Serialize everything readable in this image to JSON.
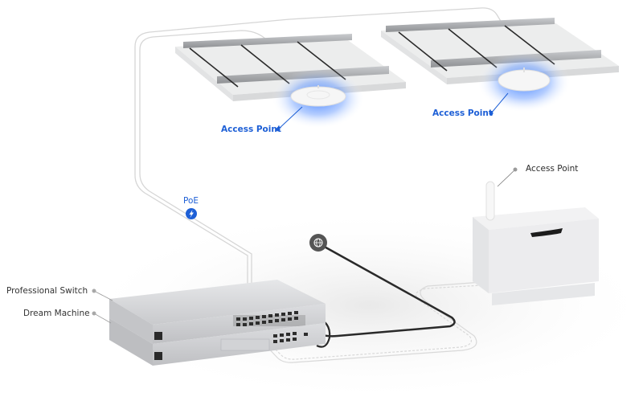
{
  "diagram": {
    "title": "",
    "labels": {
      "ap_ceiling_left": "Access Point",
      "ap_ceiling_right": "Access Point",
      "ap_outdoor": "Access Point",
      "poe": "PoE",
      "professional_switch": "Professional Switch",
      "dream_machine": "Dream Machine"
    },
    "icons": {
      "poe": "lightning-bolt-icon",
      "internet": "globe-icon"
    },
    "colors": {
      "accent": "#1d5fd6",
      "ap_glow": "#3d7dff",
      "cable_dark": "#2a2a2a",
      "cable_light": "#d8d8d8",
      "device_body": "#d9dadc",
      "label_text": "#2b2b2b",
      "leader_dot": "#9a9a9a"
    },
    "nodes": [
      {
        "id": "ap1",
        "type": "ceiling-access-point",
        "label": "Access Point"
      },
      {
        "id": "ap2",
        "type": "ceiling-access-point",
        "label": "Access Point"
      },
      {
        "id": "ap3",
        "type": "outdoor-access-point",
        "label": "Access Point"
      },
      {
        "id": "switch",
        "type": "switch",
        "label": "Professional Switch"
      },
      {
        "id": "udm",
        "type": "gateway",
        "label": "Dream Machine"
      },
      {
        "id": "internet",
        "type": "internet"
      }
    ],
    "edges": [
      {
        "from": "switch",
        "to": "ap1",
        "label": "PoE"
      },
      {
        "from": "switch",
        "to": "ap2"
      },
      {
        "from": "switch",
        "to": "ap3"
      },
      {
        "from": "udm",
        "to": "switch"
      },
      {
        "from": "internet",
        "to": "udm"
      }
    ]
  }
}
